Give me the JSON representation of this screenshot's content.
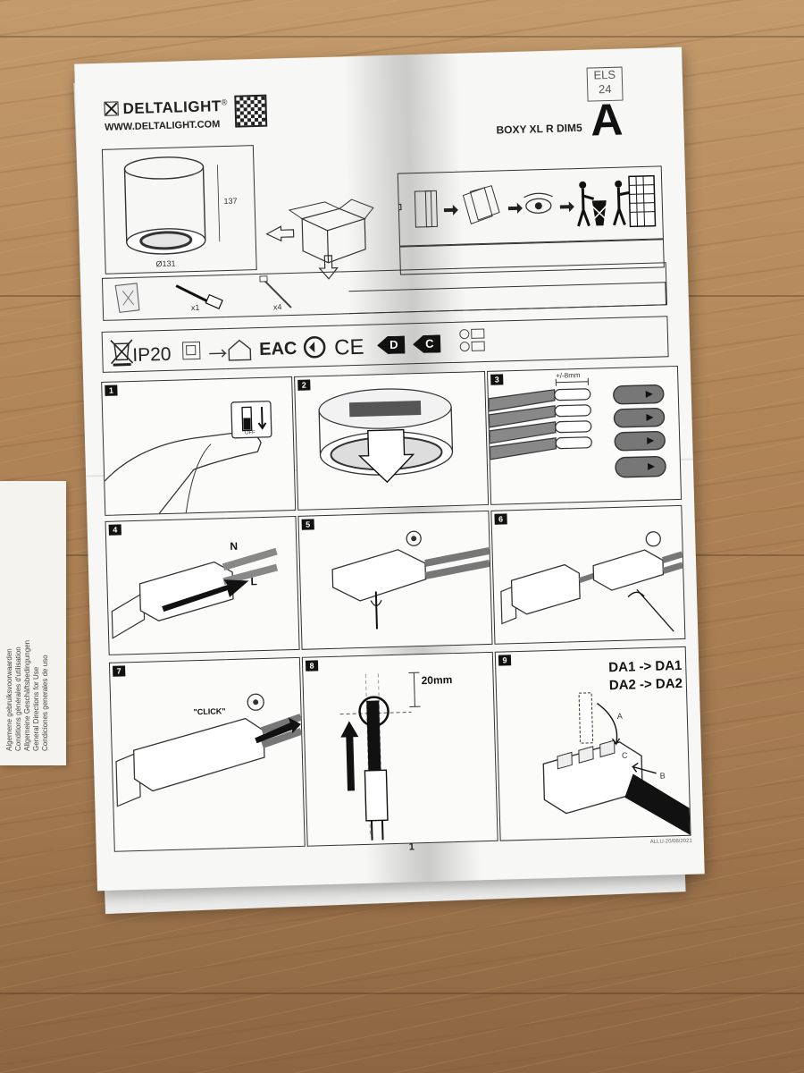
{
  "header": {
    "brand": "DELTALIGHT",
    "brand_mark": "®",
    "url": "WWW.DELTALIGHT.COM",
    "model": "BOXY XL R DIM5",
    "variant": "A",
    "stamp_top": "ELS",
    "stamp_bottom": "24"
  },
  "product_dims": {
    "height": "137",
    "diameter": "Ø131"
  },
  "parts": {
    "connector_qty": "x1",
    "tie_qty": "x4"
  },
  "certs": {
    "ip_rating": "IP20",
    "eac": "EAC",
    "ce": "CE",
    "energy_d": "D",
    "energy_c": "C"
  },
  "steps": [
    {
      "n": "1",
      "switch_label": "OFF"
    },
    {
      "n": "2"
    },
    {
      "n": "3",
      "strip_label": "+/-8mm"
    },
    {
      "n": "4",
      "neutral": "N",
      "live": "L"
    },
    {
      "n": "5"
    },
    {
      "n": "6"
    },
    {
      "n": "7",
      "click": "\"CLICK\""
    },
    {
      "n": "8",
      "offset": "20mm"
    },
    {
      "n": "9",
      "line1": "DA1 -> DA1",
      "line2": "DA2 -> DA2",
      "a": "A",
      "b": "B",
      "c": "C"
    }
  ],
  "footer": {
    "page": "1",
    "code": "ALLU-20/08/2021"
  },
  "side_sheet": {
    "lines": [
      "Algemene gebruiksvoorwaarden",
      "Conditions générales d'utilisation",
      "Allgemeine Geschäftsbedingungen",
      "General Directions for Use",
      "Condiciones generales de uso"
    ]
  },
  "colors": {
    "paper": "#f7f7f5",
    "ink": "#222222",
    "wood": "#b98f62"
  }
}
